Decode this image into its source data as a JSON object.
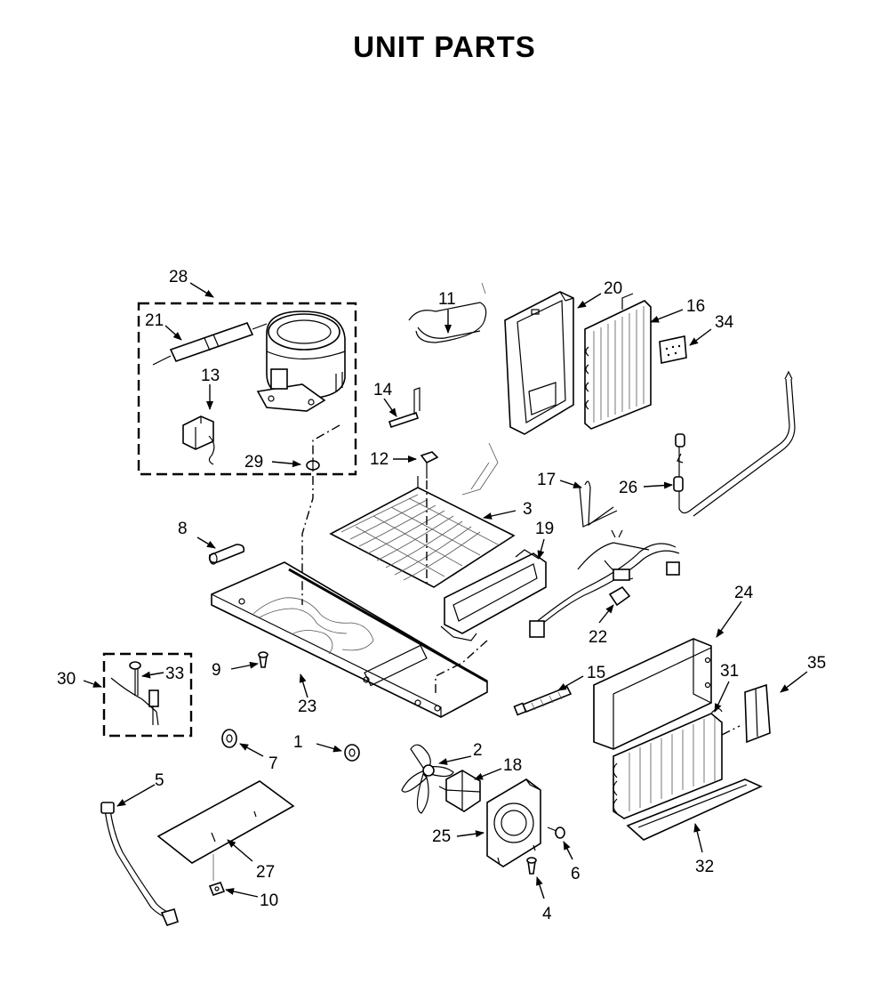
{
  "title": "UNIT PARTS",
  "callouts": [
    "1",
    "2",
    "3",
    "4",
    "5",
    "6",
    "7",
    "8",
    "9",
    "10",
    "11",
    "12",
    "13",
    "14",
    "15",
    "16",
    "17",
    "18",
    "19",
    "20",
    "21",
    "22",
    "23",
    "24",
    "25",
    "26",
    "27",
    "28",
    "29",
    "30",
    "31",
    "32",
    "33",
    "34",
    "35"
  ]
}
